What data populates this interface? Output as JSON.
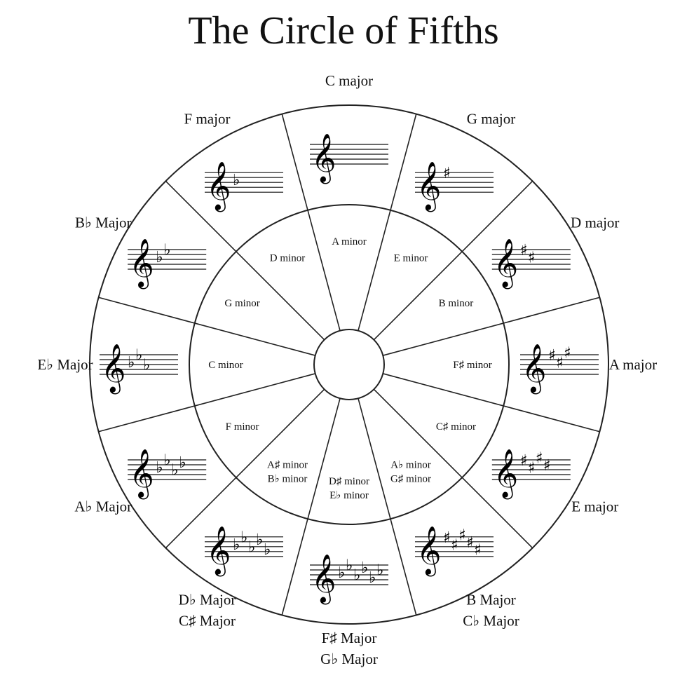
{
  "title": "The Circle of Fifths",
  "keys": [
    {
      "major": [
        "C major"
      ],
      "minor": [
        "A minor"
      ],
      "accidental": "none",
      "count": 0
    },
    {
      "major": [
        "G major"
      ],
      "minor": [
        "E minor"
      ],
      "accidental": "sharp",
      "count": 1
    },
    {
      "major": [
        "D major"
      ],
      "minor": [
        "B minor"
      ],
      "accidental": "sharp",
      "count": 2
    },
    {
      "major": [
        "A major"
      ],
      "minor": [
        "F♯ minor"
      ],
      "accidental": "sharp",
      "count": 3
    },
    {
      "major": [
        "E major"
      ],
      "minor": [
        "C♯ minor"
      ],
      "accidental": "sharp",
      "count": 4
    },
    {
      "major": [
        "B Major",
        "C♭ Major"
      ],
      "minor": [
        "A♭ minor",
        "G♯ minor"
      ],
      "accidental": "sharp",
      "count": 5
    },
    {
      "major": [
        "F♯ Major",
        "G♭ Major"
      ],
      "minor": [
        "D♯ minor",
        "E♭ minor"
      ],
      "accidental": "flat",
      "count": 6
    },
    {
      "major": [
        "D♭ Major",
        "C♯ Major"
      ],
      "minor": [
        "A♯ minor",
        "B♭ minor"
      ],
      "accidental": "flat",
      "count": 5
    },
    {
      "major": [
        "A♭ Major"
      ],
      "minor": [
        "F minor"
      ],
      "accidental": "flat",
      "count": 4
    },
    {
      "major": [
        "E♭ Major"
      ],
      "minor": [
        "C minor"
      ],
      "accidental": "flat",
      "count": 3
    },
    {
      "major": [
        "B♭ Major"
      ],
      "minor": [
        "G minor"
      ],
      "accidental": "flat",
      "count": 2
    },
    {
      "major": [
        "F major"
      ],
      "minor": [
        "D minor"
      ],
      "accidental": "flat",
      "count": 1
    }
  ],
  "symbols": {
    "treble_clef": "𝄞",
    "sharp": "♯",
    "flat": "♭"
  },
  "colors": {
    "line": "#222222",
    "text": "#111111",
    "background": "#ffffff"
  }
}
